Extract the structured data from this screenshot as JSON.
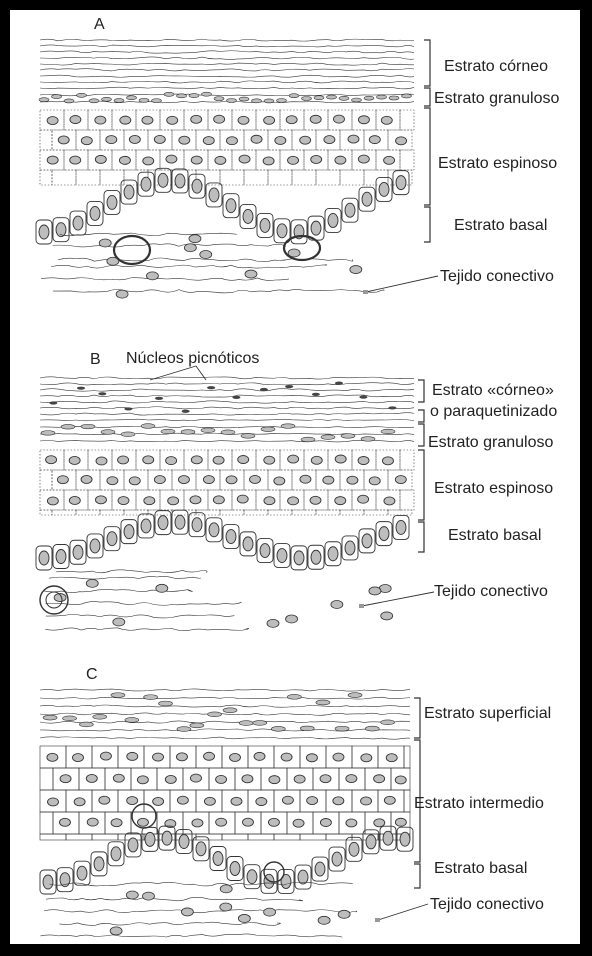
{
  "figure": {
    "panels": [
      {
        "letter": "A",
        "labels": {
          "corneo": "Estrato córneo",
          "granuloso": "Estrato granuloso",
          "espinoso": "Estrato espinoso",
          "basal": "Estrato basal",
          "conectivo": "Tejido conectivo"
        }
      },
      {
        "letter": "B",
        "callout": "Núcleos picnóticos",
        "labels": {
          "corneo_line1": "Estrato «córneo»",
          "corneo_line2": "o paraquetinizado",
          "granuloso": "Estrato granuloso",
          "espinoso": "Estrato espinoso",
          "basal": "Estrato basal",
          "conectivo": "Tejido conectivo"
        }
      },
      {
        "letter": "C",
        "labels": {
          "superficial": "Estrato superficial",
          "intermedio": "Estrato intermedio",
          "basal": "Estrato basal",
          "conectivo": "Tejido conectivo"
        }
      }
    ],
    "colors": {
      "ink": "#333333",
      "nucleus_fill": "#bdbdbd",
      "frame": "#000000",
      "paper": "#ffffff"
    }
  }
}
